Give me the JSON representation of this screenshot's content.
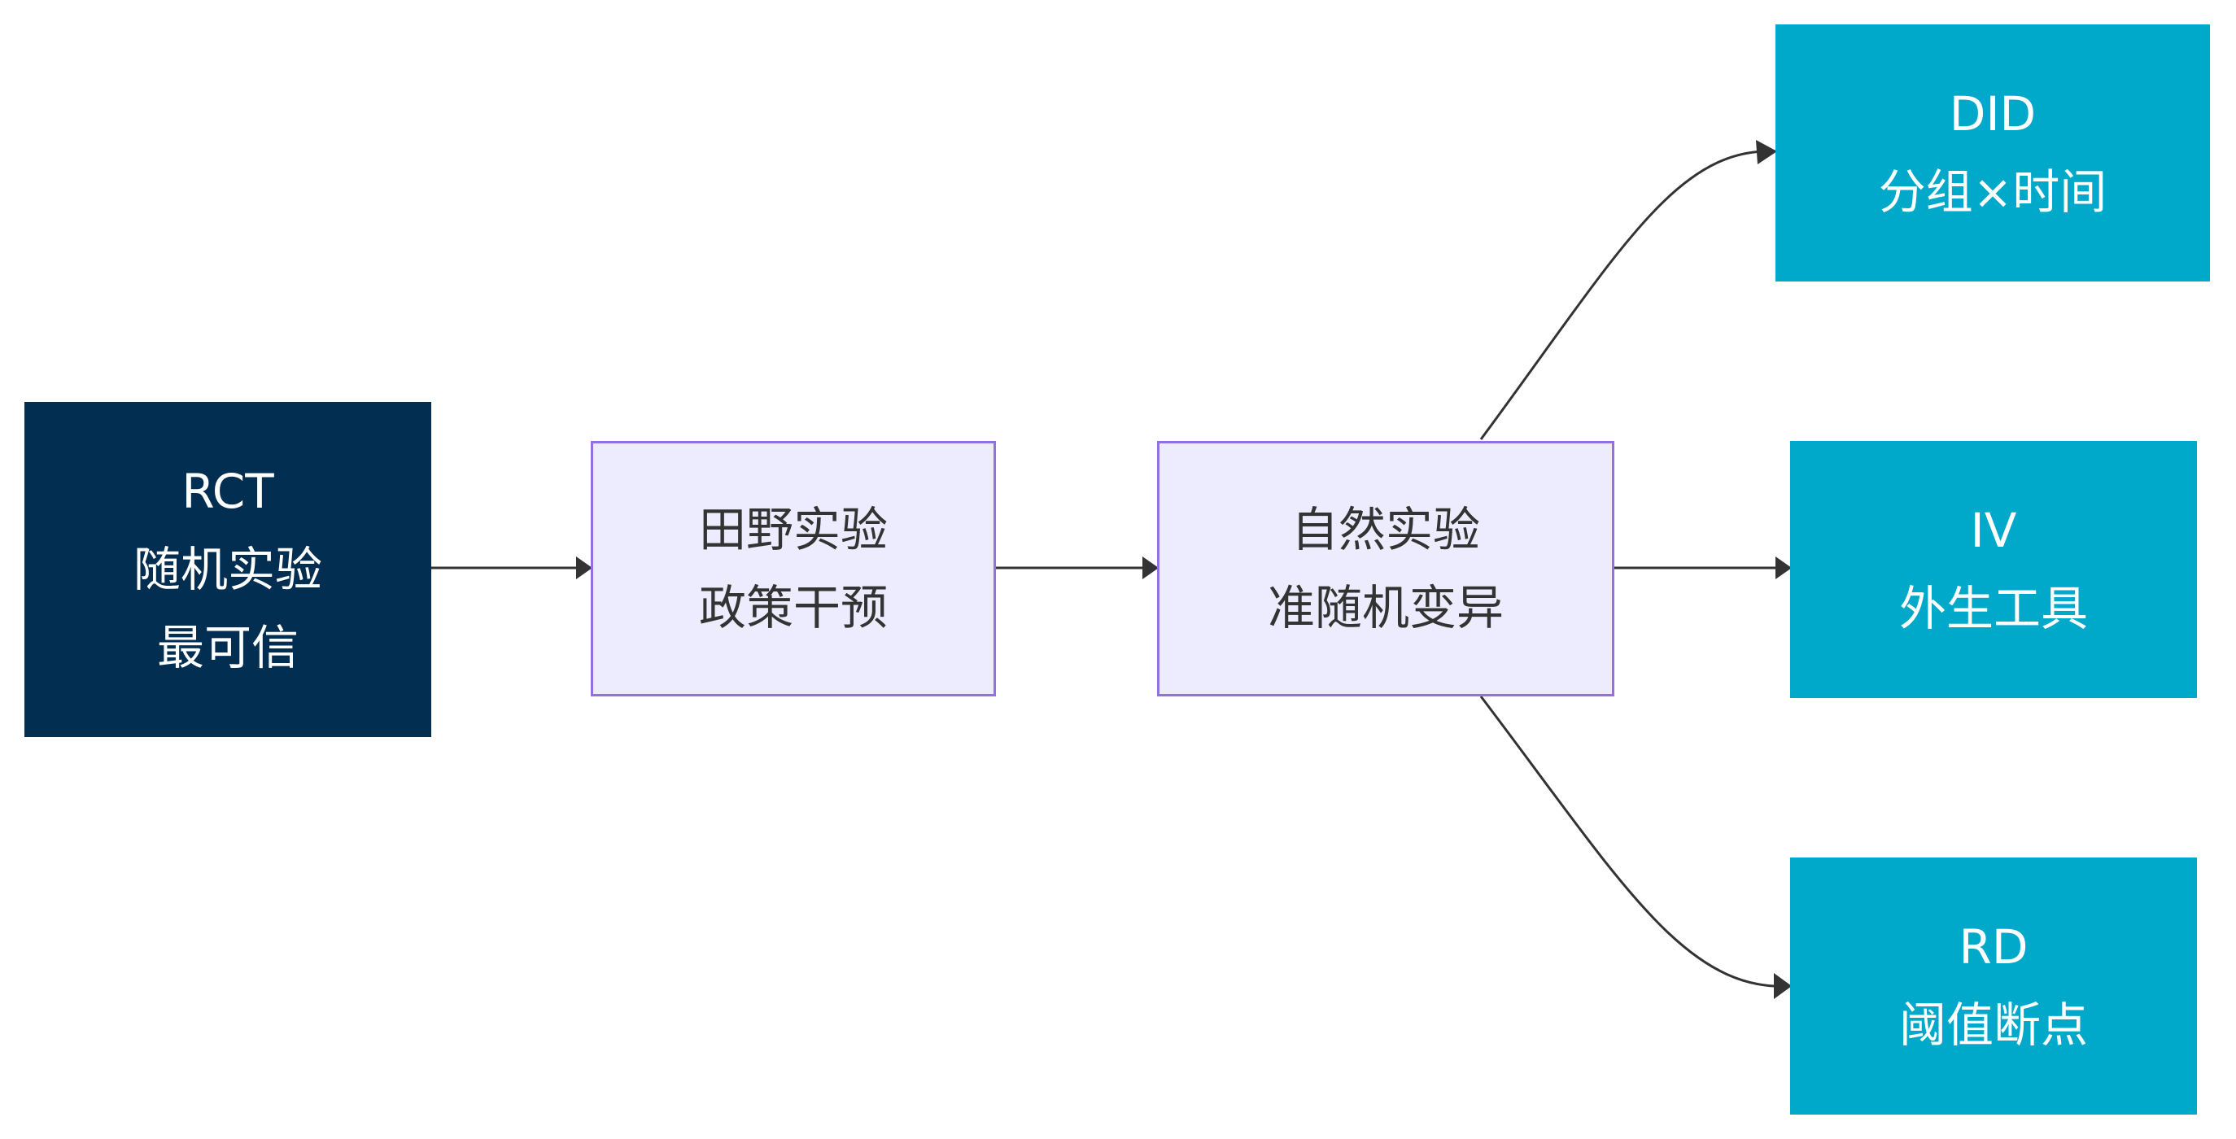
{
  "nodes": {
    "rct": {
      "line1": "RCT",
      "line2": "随机实验",
      "line3": "最可信"
    },
    "field": {
      "line1": "田野实验",
      "line2": "政策干预"
    },
    "natural": {
      "line1": "自然实验",
      "line2": "准随机变异"
    },
    "did": {
      "line1": "DID",
      "line2": "分组×时间"
    },
    "iv": {
      "line1": "IV",
      "line2": "外生工具"
    },
    "rd": {
      "line1": "RD",
      "line2": "阈值断点"
    }
  },
  "edges": [
    {
      "from": "rct",
      "to": "field"
    },
    {
      "from": "field",
      "to": "natural"
    },
    {
      "from": "natural",
      "to": "did"
    },
    {
      "from": "natural",
      "to": "iv"
    },
    {
      "from": "natural",
      "to": "rd"
    }
  ],
  "colors": {
    "dark_node": "#022e51",
    "light_node_fill": "#ececfe",
    "light_node_border": "#9370db",
    "teal_node": "#00a8c9",
    "edge": "#333333"
  }
}
